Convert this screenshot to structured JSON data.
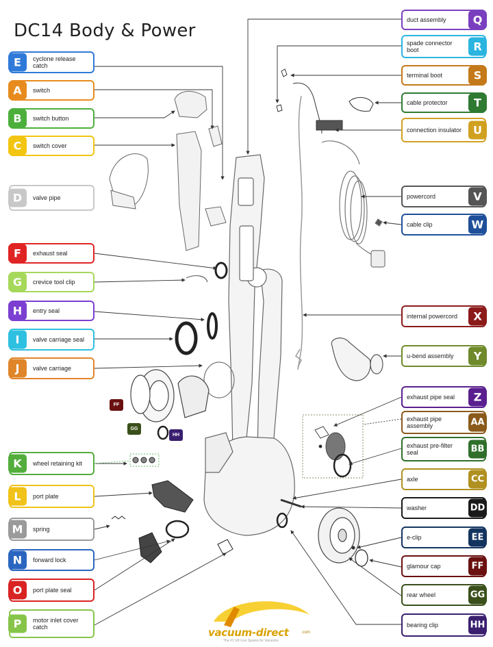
{
  "title": "DC14 Body & Power",
  "left_labels": [
    {
      "key": "E",
      "text": "cyclone release catch",
      "color": "#2f7ad8"
    },
    {
      "key": "A",
      "text": "switch",
      "color": "#e88b1e"
    },
    {
      "key": "B",
      "text": "switch button",
      "color": "#4caf3c"
    },
    {
      "key": "C",
      "text": "switch cover",
      "color": "#f2c511"
    },
    {
      "key": "D",
      "text": "valve pipe",
      "color": "#c8c8c8"
    },
    {
      "key": "F",
      "text": "exhaust seal",
      "color": "#e02424"
    },
    {
      "key": "G",
      "text": "crevice tool clip",
      "color": "#a6d85a"
    },
    {
      "key": "H",
      "text": "entry seal",
      "color": "#7b3fd1"
    },
    {
      "key": "I",
      "text": "valve carriage seal",
      "color": "#2ec0e0"
    },
    {
      "key": "J",
      "text": "valve carriage",
      "color": "#e0862a"
    },
    {
      "key": "K",
      "text": "wheel retaining kit",
      "color": "#52ad3c"
    },
    {
      "key": "L",
      "text": "port plate",
      "color": "#f0c21a"
    },
    {
      "key": "M",
      "text": "spring",
      "color": "#9a9a9a"
    },
    {
      "key": "N",
      "text": "forward lock",
      "color": "#2a66c0"
    },
    {
      "key": "O",
      "text": "port plate seal",
      "color": "#d92222"
    },
    {
      "key": "P",
      "text": "motor inlet cover catch",
      "color": "#86c54a"
    }
  ],
  "right_labels": [
    {
      "key": "Q",
      "text": "duct assembly",
      "color": "#7a3fbf"
    },
    {
      "key": "R",
      "text": "spade connector boot",
      "color": "#2ab4e0"
    },
    {
      "key": "S",
      "text": "terminal boot",
      "color": "#c47a1a"
    },
    {
      "key": "T",
      "text": "cable protector",
      "color": "#2f7a32"
    },
    {
      "key": "U",
      "text": "connection insulator",
      "color": "#d0a020"
    },
    {
      "key": "V",
      "text": "powercord",
      "color": "#555555"
    },
    {
      "key": "W",
      "text": "cable clip",
      "color": "#1f4f9a"
    },
    {
      "key": "X",
      "text": "internal powercord",
      "color": "#8b1a1a"
    },
    {
      "key": "Y",
      "text": "u-bend assembly",
      "color": "#6f8a2a"
    },
    {
      "key": "Z",
      "text": "exhaust pipe seal",
      "color": "#5a1f8f"
    },
    {
      "key": "AA",
      "text": "exhaust pipe assembly",
      "color": "#8a5a1a"
    },
    {
      "key": "BB",
      "text": "exhaust pre-filter seal",
      "color": "#2f6f2a"
    },
    {
      "key": "CC",
      "text": "axle",
      "color": "#b09020"
    },
    {
      "key": "DD",
      "text": "washer",
      "color": "#1a1a1a"
    },
    {
      "key": "EE",
      "text": "e-clip",
      "color": "#13335f"
    },
    {
      "key": "FF",
      "text": "glamour cap",
      "color": "#6a1010"
    },
    {
      "key": "GG",
      "text": "rear wheel",
      "color": "#3a4f1a"
    },
    {
      "key": "HH",
      "text": "bearing clip",
      "color": "#3a1f6f"
    }
  ],
  "mini_badges": [
    {
      "key": "FF",
      "color": "#6a1010"
    },
    {
      "key": "GG",
      "color": "#3a4f1a"
    },
    {
      "key": "HH",
      "color": "#3a1f6f"
    }
  ],
  "logo": {
    "name": "vacuum-direct",
    "suffix": ".com",
    "tagline": "The #1 UK Live Spares for Vacuums"
  }
}
